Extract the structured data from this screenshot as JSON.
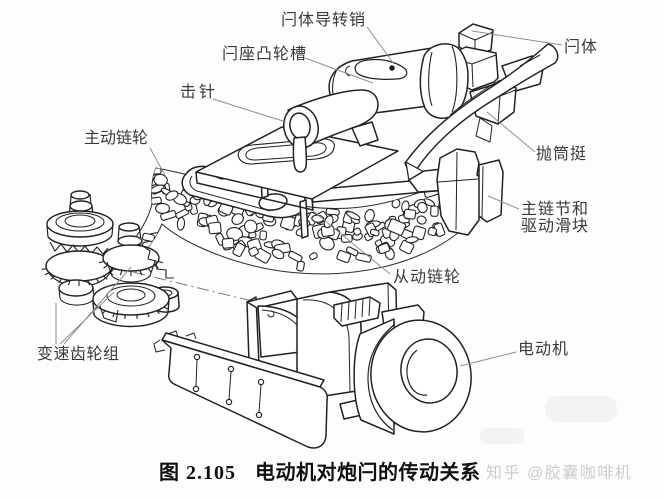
{
  "figure": {
    "caption_number": "图 2.105",
    "caption_title": "电动机对炮闩的传动关系"
  },
  "labels": {
    "bolt_guide_pin": "闩体导转销",
    "bolt_seat_cam_groove": "闩座凸轮槽",
    "firing_pin": "击针",
    "drive_sprocket": "主动链轮",
    "bolt_body": "闩体",
    "case_ejector_lever": "抛筒挺",
    "main_chain_link_line1": "主链节和",
    "main_chain_link_line2": "驱动滑块",
    "driven_sprocket": "从动链轮",
    "motor": "电动机",
    "gear_set": "变速齿轮组"
  },
  "watermark": "知乎 @胶囊咖啡机",
  "colors": {
    "line": "#222222",
    "leader": "#8f8f8f",
    "centerline": "#7a7a7a",
    "label_text": "#3a3a3a",
    "caption_text": "#101010",
    "watermark_text": "#cccccb",
    "background": "#fdfdfc"
  }
}
